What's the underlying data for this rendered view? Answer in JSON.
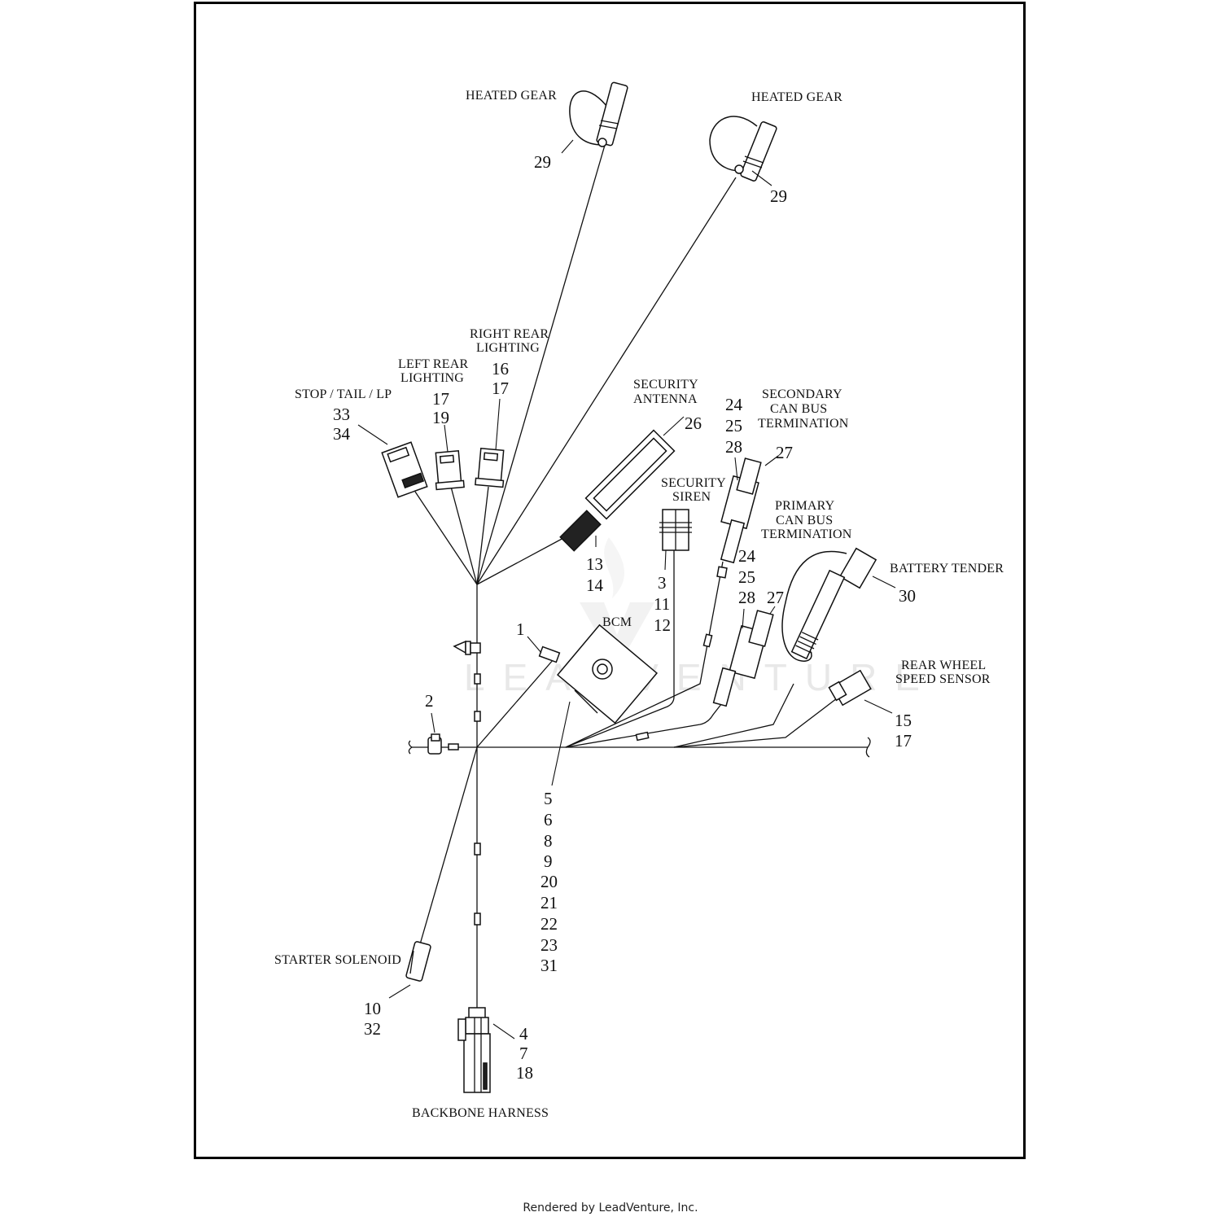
{
  "diagram": {
    "watermark": "LEADVENTURE",
    "callouts": {
      "heated_gear_left": {
        "label": "HEATED GEAR",
        "numbers": [
          "29"
        ]
      },
      "heated_gear_right": {
        "label": "HEATED GEAR",
        "numbers": [
          "29"
        ]
      },
      "right_rear_lighting": {
        "label_lines": [
          "RIGHT REAR",
          "LIGHTING"
        ],
        "numbers": [
          "16",
          "17"
        ]
      },
      "left_rear_lighting": {
        "label_lines": [
          "LEFT REAR",
          "LIGHTING"
        ],
        "numbers": [
          "17",
          "19"
        ]
      },
      "stop_tail_lp": {
        "label": "STOP / TAIL / LP",
        "numbers": [
          "33",
          "34"
        ]
      },
      "security_antenna": {
        "label_lines": [
          "SECURITY",
          "ANTENNA"
        ],
        "numbers": [
          "26"
        ]
      },
      "security_antenna_connector": {
        "numbers": [
          "13",
          "14"
        ]
      },
      "security_siren": {
        "label_lines": [
          "SECURITY",
          "SIREN"
        ],
        "numbers": [
          "3",
          "11",
          "12"
        ]
      },
      "secondary_can_bus": {
        "label_lines": [
          "SECONDARY",
          "CAN BUS",
          "TERMINATION"
        ],
        "numbers": [
          "24",
          "25",
          "28"
        ],
        "cap_number": "27"
      },
      "primary_can_bus": {
        "label_lines": [
          "PRIMARY",
          "CAN BUS",
          "TERMINATION"
        ],
        "numbers": [
          "24",
          "25",
          "28"
        ],
        "cap_number": "27"
      },
      "battery_tender": {
        "label": "BATTERY TENDER",
        "numbers": [
          "30"
        ]
      },
      "rear_wheel_speed_sensor": {
        "label_lines": [
          "REAR WHEEL",
          "SPEED SENSOR"
        ],
        "numbers": [
          "15",
          "17"
        ]
      },
      "bcm": {
        "label": "BCM",
        "numbers": [
          "1"
        ]
      },
      "bcm_connector": {
        "numbers": [
          "5",
          "6",
          "8",
          "9",
          "20",
          "21",
          "22",
          "23",
          "31"
        ]
      },
      "clip": {
        "numbers": [
          "2"
        ]
      },
      "starter_solenoid": {
        "label": "STARTER SOLENOID",
        "numbers": [
          "10",
          "32"
        ]
      },
      "backbone_harness": {
        "label": "BACKBONE HARNESS",
        "numbers": [
          "4",
          "7",
          "18"
        ]
      }
    }
  },
  "footer": {
    "text": "Rendered by LeadVenture, Inc."
  }
}
